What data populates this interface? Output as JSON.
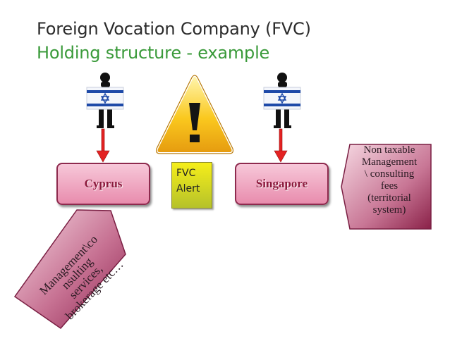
{
  "title": {
    "line1": "Foreign Vocation Company (FVC)",
    "line2": "Holding structure - example"
  },
  "boxes": {
    "cyprus": "Cyprus",
    "singapore": "Singapore"
  },
  "alert": {
    "line1": "FVC",
    "line2": "Alert"
  },
  "left_callout": {
    "lines": [
      "Management\\co",
      "nsulting",
      "services,",
      "brokerage etc…"
    ]
  },
  "right_callout": {
    "lines": [
      "Non taxable",
      "Management",
      "\\ consulting",
      "fees",
      "(territorial",
      "system)"
    ]
  },
  "colors": {
    "title_accent": "#3a9a3a",
    "box_fill": "#f0a7c2",
    "box_text": "#8b1a3c",
    "callout_fill": "#9b2c57",
    "arrow": "#e32222",
    "warning": "#f7c21c",
    "flag_blue": "#1e4aa8"
  },
  "icons": [
    "person-silhouette-icon",
    "israel-flag-icon",
    "warning-triangle-icon",
    "down-arrow-icon"
  ]
}
